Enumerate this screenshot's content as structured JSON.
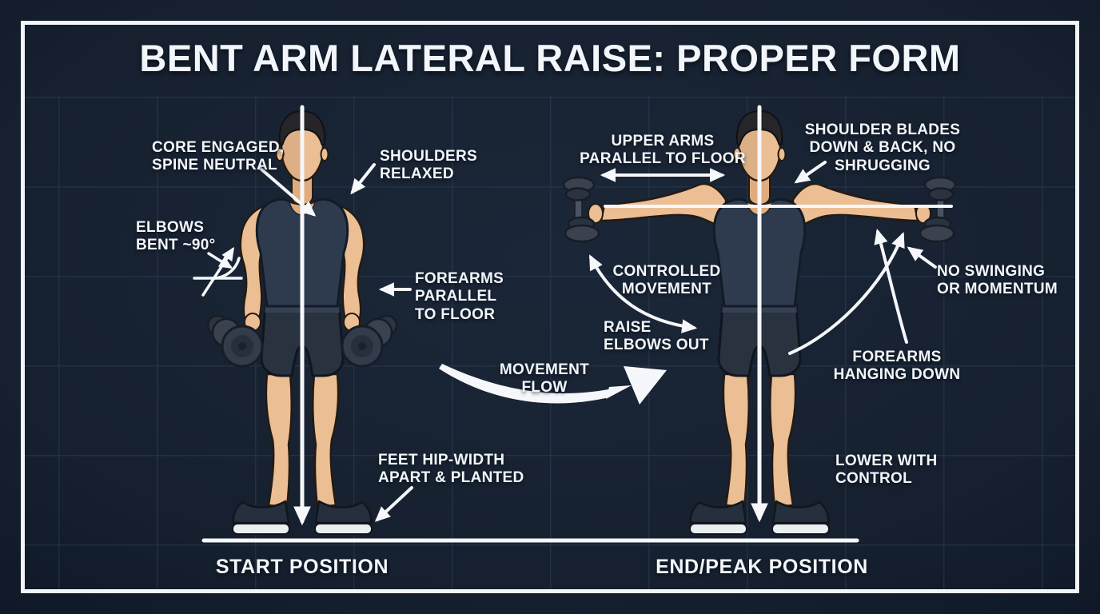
{
  "title": "BENT ARM LATERAL RAISE: PROPER FORM",
  "start_figure": {
    "caption": "START POSITION",
    "labels": {
      "core": "CORE ENGAGED,\nSPINE NEUTRAL",
      "shoulders": "SHOULDERS\nRELAXED",
      "elbows": "ELBOWS\nBENT ~90°",
      "forearms_parallel": "FOREARMS\nPARALLEL\nTO FLOOR",
      "feet": "FEET HIP-WIDTH\nAPART & PLANTED"
    }
  },
  "movement_flow_label": "MOVEMENT\nFLOW",
  "end_figure": {
    "caption": "END/PEAK POSITION",
    "labels": {
      "upper_arms": "UPPER ARMS\nPARALLEL TO FLOOR",
      "shoulder_blades": "SHOULDER BLADES\nDOWN & BACK, NO\nSHRUGGING",
      "controlled": "CONTROLLED\nMOVEMENT",
      "raise_elbows": "RAISE\nELBOWS OUT",
      "no_swinging": "NO SWINGING\nOR MOMENTUM",
      "forearms_hanging": "FOREARMS\nHANGING DOWN",
      "lower": "LOWER WITH\nCONTROL"
    }
  },
  "colors": {
    "background": "#16202F",
    "frame": "#F3F6F9",
    "text": "#F2F6FA",
    "line": "#F5F7FA",
    "skin": "#ECBE94",
    "apparel": "#2E3B4E",
    "grid": "#2E425F"
  }
}
